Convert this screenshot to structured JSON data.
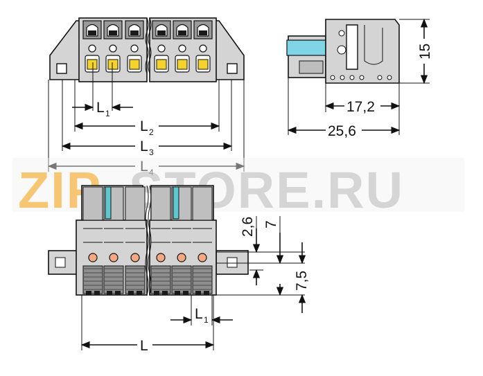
{
  "watermark": {
    "text_a": "ZIP",
    "text_b": "STORE.RU",
    "color_a": "#f5b347",
    "color_b": "#c8c8c8"
  },
  "top_view": {
    "labels": {
      "l1": "L",
      "l1_sub": "1",
      "l2": "L",
      "l2_sub": "2",
      "l3": "L",
      "l3_sub": "3",
      "l4": "L",
      "l4_sub": "4"
    }
  },
  "side_view": {
    "width_inner": "17,2",
    "width_total": "25,6",
    "height": "15",
    "accent_color": "#7fd4e6"
  },
  "front_view": {
    "pitch": "L",
    "pitch_sub": "1",
    "length": "L",
    "offset_a": "2,6",
    "offset_b": "7",
    "offset_c": "7,5",
    "dot_color": "#f2a882"
  }
}
